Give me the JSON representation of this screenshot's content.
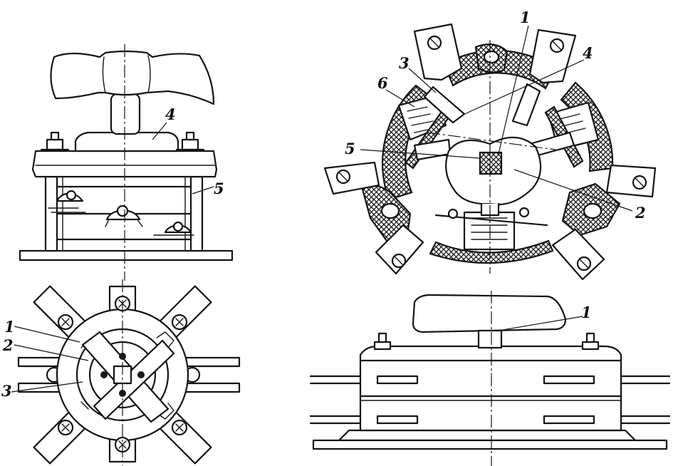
{
  "figure": {
    "labels": {
      "top_left": {
        "four": "4",
        "five": "5"
      },
      "bottom_left": {
        "one": "1",
        "two": "2",
        "three": "3"
      },
      "top_right": {
        "one": "1",
        "two": "2",
        "three": "3",
        "four": "4",
        "five": "5",
        "six": "6"
      },
      "bottom_right": {
        "one": "1"
      }
    },
    "colors": {
      "ink": "#151515",
      "paper": "#ffffff"
    }
  }
}
